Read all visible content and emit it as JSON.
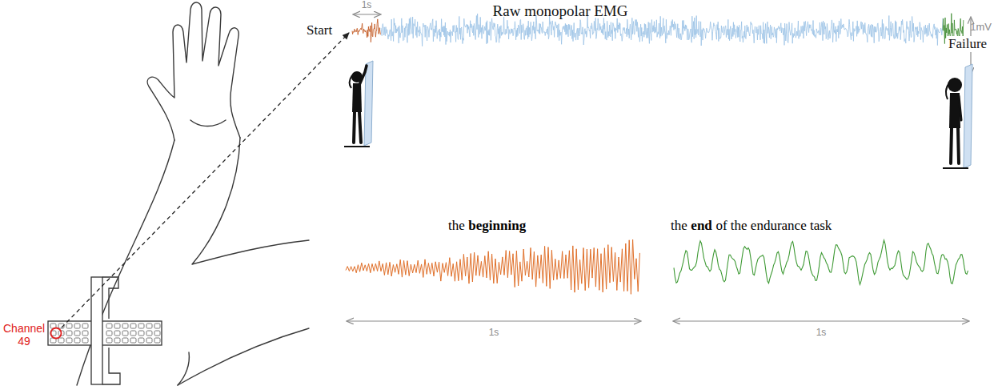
{
  "diagram": {
    "title": "Raw monopolar EMG",
    "labels": [
      "1s",
      "Start",
      "1mV",
      "Failure",
      "Channel 49",
      "the",
      "beginning",
      "the",
      "end",
      "of the endurance task",
      "1s",
      "1s"
    ]
  }
}
